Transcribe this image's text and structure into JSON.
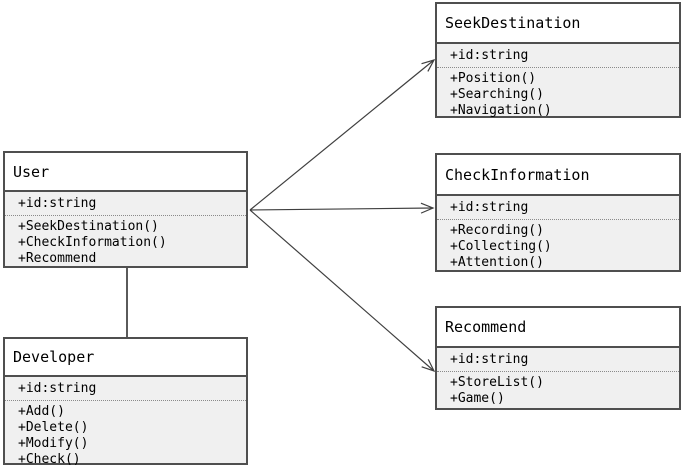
{
  "diagram": {
    "type": "uml-class-diagram",
    "classes": [
      {
        "id": "user",
        "name": "User",
        "attributes": [
          "+id:string"
        ],
        "methods": [
          "+SeekDestination()",
          "+CheckInformation()",
          "+Recommend"
        ]
      },
      {
        "id": "developer",
        "name": "Developer",
        "attributes": [
          "+id:string"
        ],
        "methods": [
          "+Add()",
          "+Delete()",
          "+Modify()",
          "+Check()"
        ]
      },
      {
        "id": "seek-destination",
        "name": "SeekDestination",
        "attributes": [
          "+id:string"
        ],
        "methods": [
          "+Position()",
          "+Searching()",
          "+Navigation()"
        ]
      },
      {
        "id": "check-information",
        "name": "CheckInformation",
        "attributes": [
          "+id:string"
        ],
        "methods": [
          "+Recording()",
          "+Collecting()",
          "+Attention()"
        ]
      },
      {
        "id": "recommend",
        "name": "Recommend",
        "attributes": [
          "+id:string"
        ],
        "methods": [
          "+StoreList()",
          "+Game()"
        ]
      }
    ],
    "relationships": [
      {
        "from": "User",
        "to": "SeekDestination",
        "type": "directed-association"
      },
      {
        "from": "User",
        "to": "CheckInformation",
        "type": "directed-association"
      },
      {
        "from": "User",
        "to": "Recommend",
        "type": "directed-association"
      },
      {
        "from": "User",
        "to": "Developer",
        "type": "association"
      }
    ],
    "colors": {
      "box_border": "#4f4f4f",
      "title_background": "#ffffff",
      "compartment_background": "#f0f0f0",
      "connector": "#3f3f3f",
      "text": "#000000",
      "canvas_background": "#ffffff"
    }
  }
}
